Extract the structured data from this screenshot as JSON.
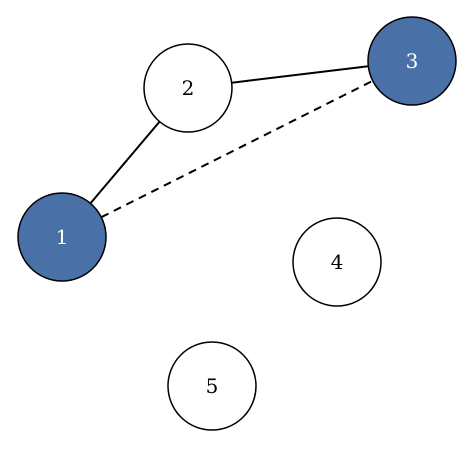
{
  "graph": {
    "nodes": [
      {
        "id": "1",
        "label": "1",
        "highlighted": true
      },
      {
        "id": "2",
        "label": "2",
        "highlighted": false
      },
      {
        "id": "3",
        "label": "3",
        "highlighted": true
      },
      {
        "id": "4",
        "label": "4",
        "highlighted": false
      },
      {
        "id": "5",
        "label": "5",
        "highlighted": false
      }
    ],
    "edges": [
      {
        "from": "1",
        "to": "2",
        "style": "solid"
      },
      {
        "from": "2",
        "to": "3",
        "style": "solid"
      },
      {
        "from": "1",
        "to": "3",
        "style": "dashed"
      }
    ]
  },
  "colors": {
    "highlight_fill": "#4a70a8",
    "normal_fill": "#ffffff",
    "highlight_text": "#ffffff",
    "normal_text": "#000000",
    "stroke": "#000000"
  }
}
